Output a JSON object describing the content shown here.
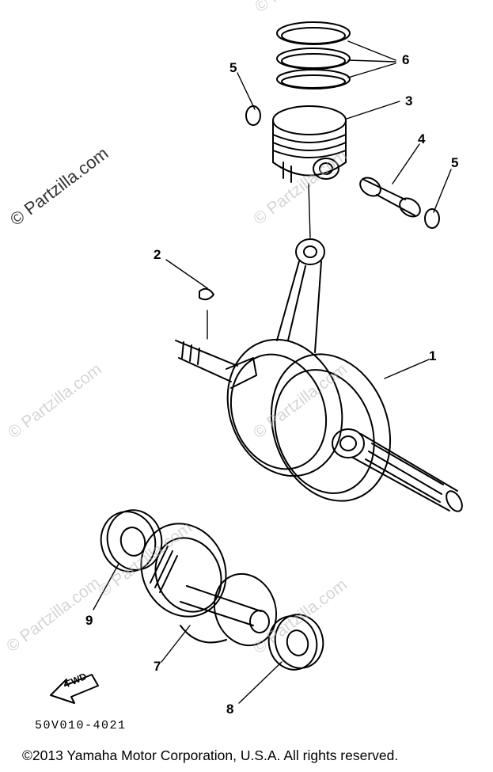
{
  "watermarks": [
    "© Partzilla.com",
    "© Partzilla.com",
    "© Partzilla.com",
    "© Partzilla.com",
    "© Partzilla.com",
    "© Partzilla.com",
    "© Partzilla.com",
    "© Partzilla.com"
  ],
  "callouts": {
    "p1": "1",
    "p2": "2",
    "p3": "3",
    "p4": "4",
    "p5a": "5",
    "p5b": "5",
    "p6": "6",
    "p7": "7",
    "p8": "8",
    "p9": "9"
  },
  "direction_label": "FWD",
  "drawing_code": "50V010-4021",
  "copyright": "©2013  Yamaha Motor Corporation, U.S.A. All rights reserved."
}
